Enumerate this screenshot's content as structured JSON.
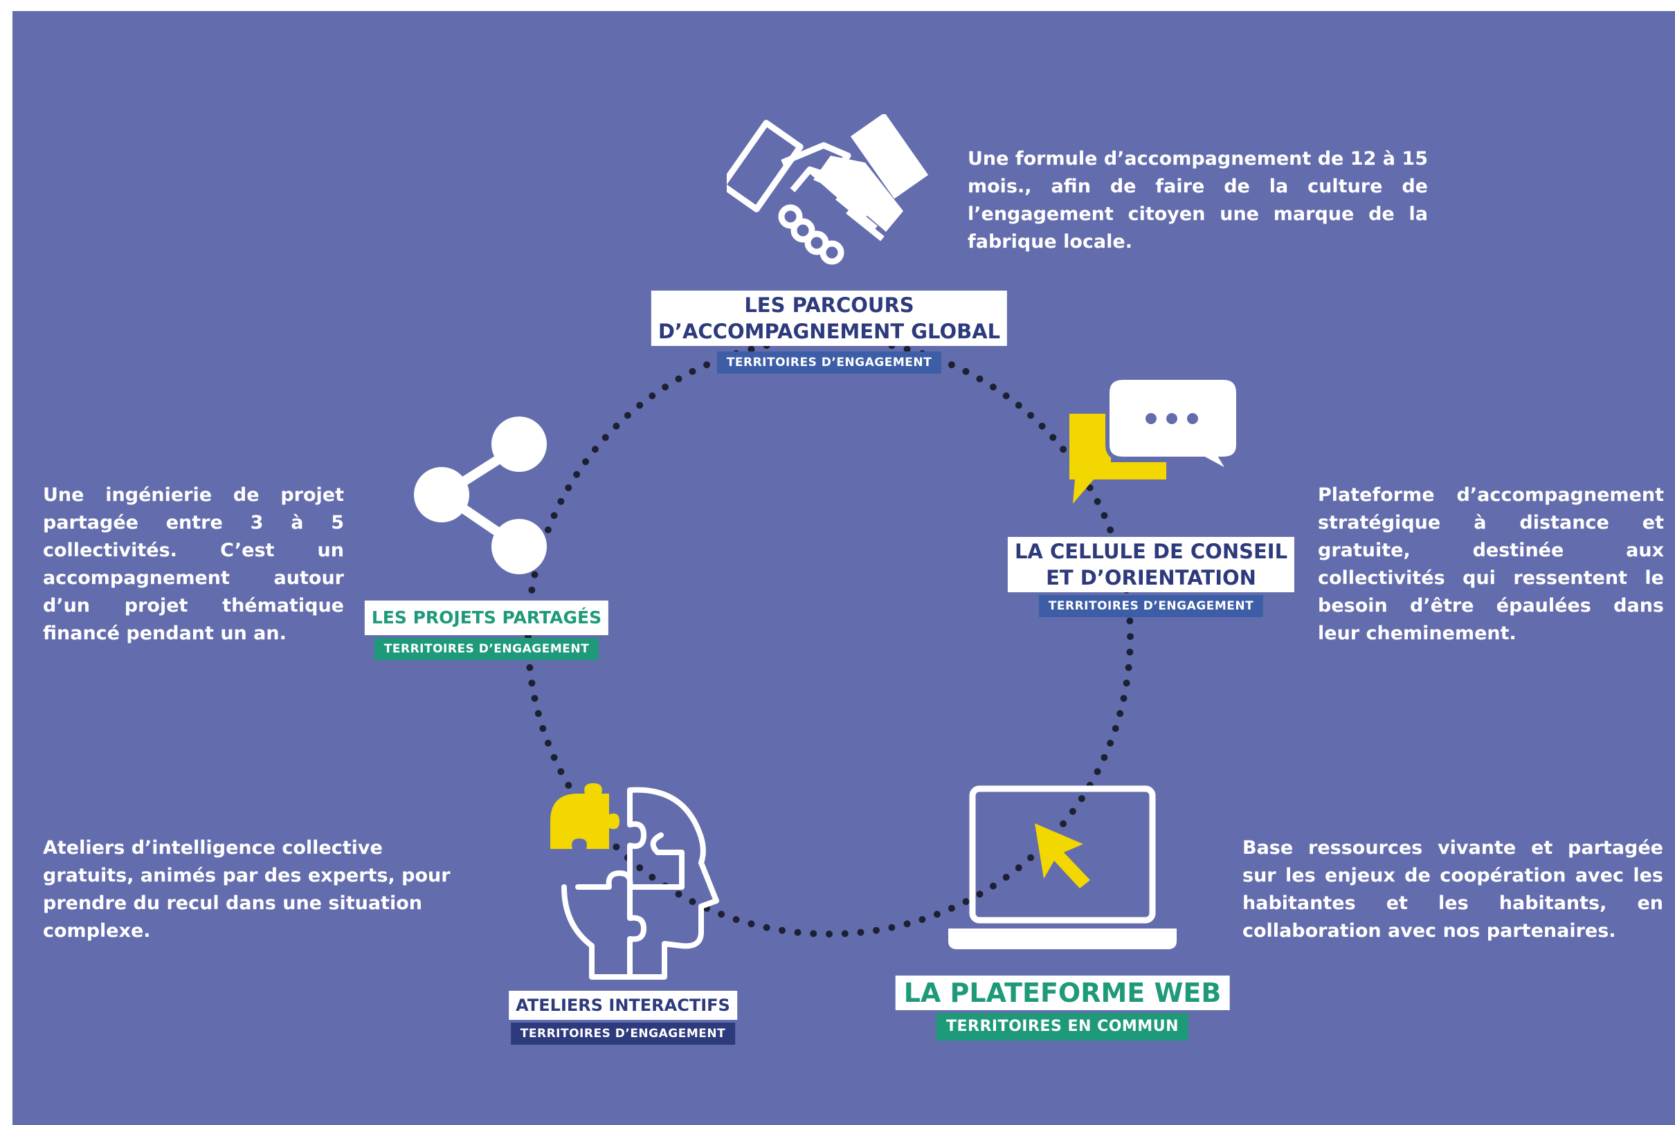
{
  "colors": {
    "background": "#636dad",
    "ring_dots": "#1d2033",
    "yellow": "#f2d700",
    "blue_tag": "#3d5ea6",
    "green": "#1e9a7a",
    "navy": "#2d3a7c"
  },
  "nodes": {
    "parcours": {
      "icon": "handshake-icon",
      "title_line1": "LES PARCOURS",
      "title_line2": "D’ACCOMPAGNEMENT GLOBAL",
      "tag": "TERRITOIRES D’ENGAGEMENT",
      "description": "Une formule d’accompagnement de 12 à 15 mois., afin de faire de la culture de l’engagement citoyen une marque de la fabrique locale."
    },
    "cellule": {
      "icon": "chat-bubbles-icon",
      "title_line1": "LA CELLULE DE CONSEIL",
      "title_line2": "ET D’ORIENTATION",
      "tag": "TERRITOIRES D’ENGAGEMENT",
      "description": "Plateforme d’accompagnement stratégique à distance et gratuite, destinée aux collectivités qui ressentent le besoin d’être épaulées dans leur cheminement."
    },
    "plateforme": {
      "icon": "laptop-cursor-icon",
      "title": "LA PLATEFORME WEB",
      "tag": "TERRITOIRES EN COMMUN",
      "description": "Base ressources vivante et partagée sur les enjeux de coopération avec les habitantes et les habitants, en collaboration avec nos partenaires."
    },
    "ateliers": {
      "icon": "puzzle-head-icon",
      "title": "ATELIERS INTERACTIFS",
      "tag": "TERRITOIRES D’ENGAGEMENT",
      "description": "Ateliers d’intelligence collective gratuits, animés par des experts, pour prendre du recul dans une situation complexe."
    },
    "projets": {
      "icon": "share-icon",
      "title": "LES PROJETS PARTAGÉS",
      "tag": "TERRITOIRES D’ENGAGEMENT",
      "description": "Une ingénierie de projet partagée entre 3 à 5 collectivités. C’est un accompagnement autour d’un projet thématique financé pendant un an."
    }
  }
}
